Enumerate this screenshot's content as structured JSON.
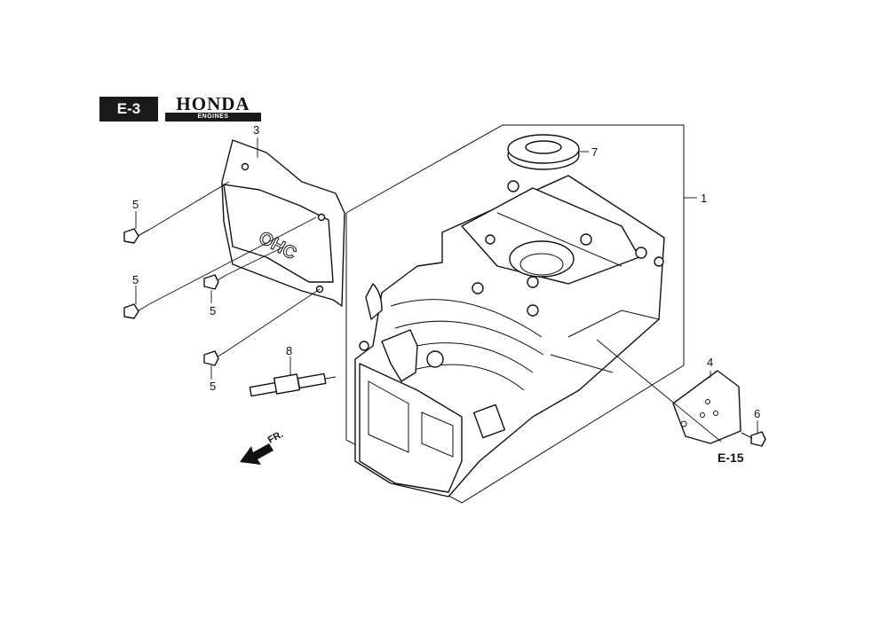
{
  "header": {
    "section_code": "E-3",
    "brand_name": "HONDA",
    "brand_sub": "ENGINES"
  },
  "callouts": {
    "cylinder_barrel": "1",
    "head_cover": "3",
    "gasket": "4",
    "bolt_cover_upper": "5",
    "bolt_cover_lower": "5",
    "bolt_small_a": "5",
    "bolt_small_b": "5",
    "bolt_flange": "6",
    "oil_seal": "7",
    "spark_plug": "8"
  },
  "cover_marking": "OHC",
  "references": {
    "gasket_ref": "E-15"
  },
  "direction_label": "FR."
}
